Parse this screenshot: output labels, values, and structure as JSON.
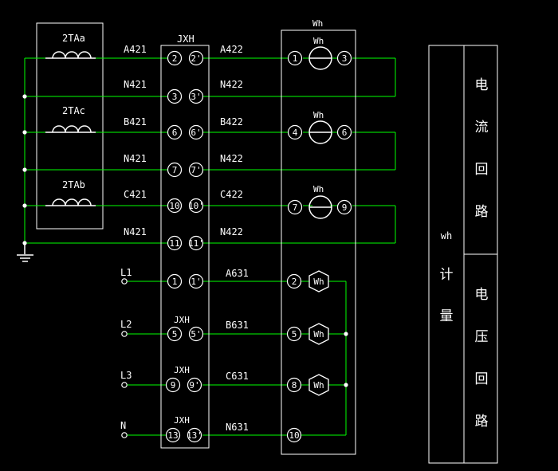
{
  "ct_labels": [
    "2TAa",
    "2TAc",
    "2TAb"
  ],
  "terminal_block_label": "JXH",
  "left_wire_labels": [
    "A421",
    "N421",
    "B421",
    "N421",
    "C421",
    "N421"
  ],
  "right_wire_labels": [
    "A422",
    "N422",
    "B422",
    "N422",
    "C422",
    "N422"
  ],
  "ct_terminals": [
    {
      "a": "2",
      "b": "2'"
    },
    {
      "a": "3",
      "b": "3'"
    },
    {
      "a": "6",
      "b": "6'"
    },
    {
      "a": "7",
      "b": "7'"
    },
    {
      "a": "10",
      "b": "10'"
    },
    {
      "a": "11",
      "b": "11'"
    }
  ],
  "vt_inputs": [
    "L1",
    "L2",
    "L3",
    "N"
  ],
  "vt_terminals": [
    {
      "a": "1",
      "b": "1'"
    },
    {
      "a": "5",
      "b": "5'"
    },
    {
      "a": "9",
      "b": "9'"
    },
    {
      "a": "13",
      "b": "13'"
    }
  ],
  "vt_sub_labels": [
    "",
    "JXH",
    "JXH",
    "JXH"
  ],
  "vt_wire_labels": [
    "A631",
    "B631",
    "C631",
    "N631"
  ],
  "meter_box_label": "Wh",
  "meter_label": "Wh",
  "current_meter_terminals": [
    {
      "in": "1",
      "out": "3"
    },
    {
      "in": "4",
      "out": "6"
    },
    {
      "in": "7",
      "out": "9"
    }
  ],
  "voltage_meter_terminals": [
    "2",
    "5",
    "8",
    "10"
  ],
  "side_panel": {
    "main_label": "wh",
    "main_label_cn": [
      "计",
      "量"
    ],
    "current_loop": [
      "电",
      "流",
      "回",
      "路"
    ],
    "voltage_loop": [
      "电",
      "压",
      "回",
      "路"
    ]
  },
  "colors": {
    "wire": "#00ff00",
    "line": "#ffffff",
    "background": "#000000"
  }
}
